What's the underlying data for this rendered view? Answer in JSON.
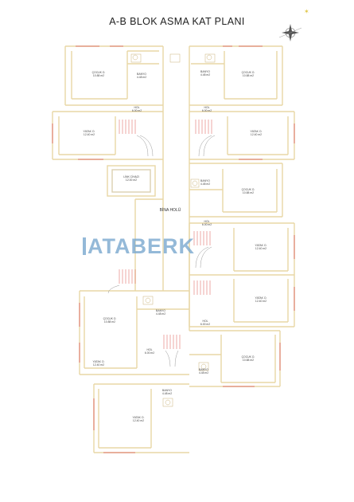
{
  "title": "A-B BLOK ASMA KAT PLANI",
  "logo": "ATABERK",
  "hall_label": "BİNA HOLÜ",
  "colors": {
    "walls": "#e8d7a6",
    "walls_dark": "#c9b27a",
    "stair_red": "#d9534f",
    "logo": "#7aa8cf"
  },
  "icons": [
    "north-arrow-icon",
    "compass-rose-icon"
  ],
  "rooms": [
    {
      "id": "r1",
      "name": "ÇOCUK O.",
      "area": "10.88 m2"
    },
    {
      "id": "r2",
      "name": "BANYO",
      "area": "4.48 m2"
    },
    {
      "id": "r3",
      "name": "HOL",
      "area": "6.00 m2"
    },
    {
      "id": "r4",
      "name": "YATAK O.",
      "area": "12.40 m2"
    },
    {
      "id": "r5",
      "name": "ÇOCUK O.",
      "area": "10.88 m2"
    },
    {
      "id": "r6",
      "name": "BANYO",
      "area": "4.48 m2"
    },
    {
      "id": "r7",
      "name": "HOL",
      "area": "6.00 m2"
    },
    {
      "id": "r8",
      "name": "YATAK O.",
      "area": "12.40 m2"
    },
    {
      "id": "r9",
      "name": "LİNK CİHAZI",
      "area": "12.00 m2"
    },
    {
      "id": "r10",
      "name": "BANYO",
      "area": "4.48 m2"
    },
    {
      "id": "r11",
      "name": "ÇOCUK O.",
      "area": "10.88 m2"
    },
    {
      "id": "r12",
      "name": "HOL",
      "area": "6.00 m2"
    },
    {
      "id": "r13",
      "name": "YATAK O.",
      "area": "12.40 m2"
    },
    {
      "id": "r14",
      "name": "YATAK O.",
      "area": "12.40 m2"
    },
    {
      "id": "r15",
      "name": "HOL",
      "area": "6.00 m2"
    },
    {
      "id": "r16",
      "name": "BANYO",
      "area": "4.48 m2"
    },
    {
      "id": "r17",
      "name": "ÇOCUK O.",
      "area": "10.88 m2"
    },
    {
      "id": "r18",
      "name": "YATAK O.",
      "area": "12.40 m2"
    },
    {
      "id": "r19",
      "name": "HOL",
      "area": "6.00 m2"
    },
    {
      "id": "r20",
      "name": "BANYO",
      "area": "4.48 m2"
    },
    {
      "id": "r21",
      "name": "ÇOCUK O.",
      "area": "10.88 m2"
    },
    {
      "id": "r22",
      "name": "BANYO",
      "area": "4.48 m2"
    },
    {
      "id": "r23",
      "name": "YATAK O.",
      "area": "12.40 m2"
    }
  ]
}
